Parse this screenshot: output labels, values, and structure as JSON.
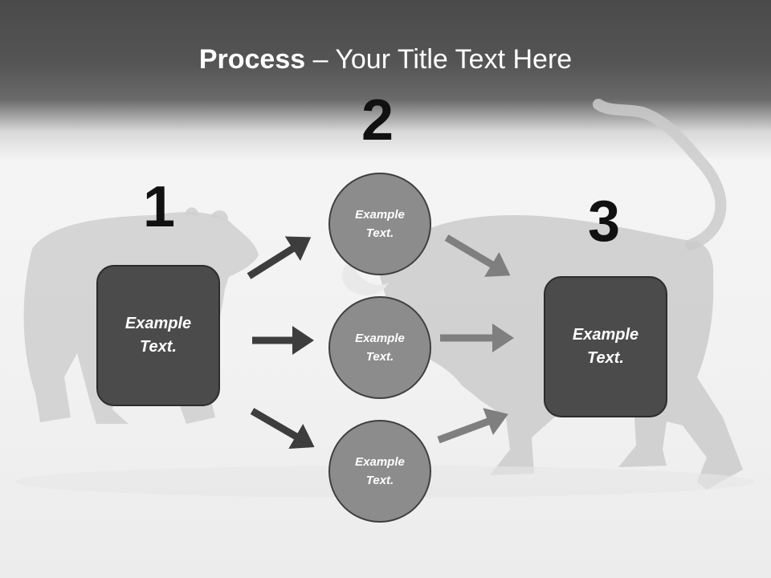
{
  "title": {
    "bold": "Process",
    "rest": " – Your Title Text Here"
  },
  "steps": [
    {
      "number": "1",
      "text": "Example Text."
    },
    {
      "number": "2"
    },
    {
      "number": "3",
      "text": "Example Text."
    }
  ],
  "circles": [
    {
      "text": "Example Text."
    },
    {
      "text": "Example Text."
    },
    {
      "text": "Example Text."
    }
  ],
  "colors": {
    "header": "#4a4a4a",
    "box": "#4b4b4b",
    "circle": "#8c8c8c",
    "arrow_dark": "#3d3d3d",
    "arrow_light": "#7f7f7f"
  }
}
